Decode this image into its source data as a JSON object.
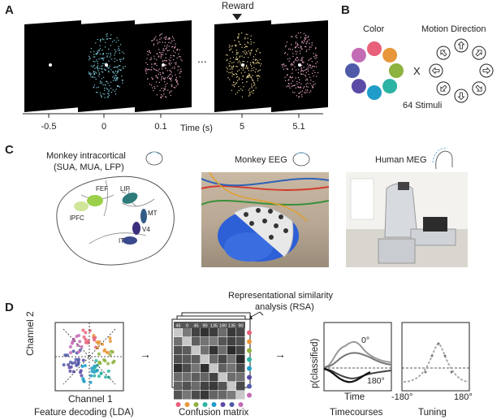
{
  "panel_a": {
    "letter": "A",
    "reward_label": "Reward",
    "ellipsis": "...",
    "time_ticks": [
      "-0.5",
      "0",
      "0.1",
      "5",
      "5.1"
    ],
    "time_axis_label": "Time (s)",
    "frames": [
      {
        "dot_color": null
      },
      {
        "dot_color": "#7fd0e0"
      },
      {
        "dot_color": "#e9a7c8"
      },
      {
        "dot_color": "#e6d08a"
      },
      {
        "dot_color": "#e9a7c8"
      }
    ]
  },
  "panel_b": {
    "letter": "B",
    "color_title": "Color",
    "motion_title": "Motion Direction",
    "times_symbol": "X",
    "stimuli_label": "64 Stimuli",
    "colors": [
      "#e8607a",
      "#e7973a",
      "#8db23f",
      "#2bb3a3",
      "#1f9cc9",
      "#5b4aa6",
      "#4e5aa8",
      "#c46bb5"
    ]
  },
  "panel_c": {
    "letter": "C",
    "intracortical_title_line1": "Monkey intracortical",
    "intracortical_title_line2": "(SUA, MUA, LFP)",
    "eeg_title": "Monkey EEG",
    "meg_title": "Human MEG",
    "areas": {
      "fef": "FEF",
      "lip": "LIP",
      "lpfc": "lPFC",
      "mt": "MT",
      "v4": "V4",
      "it": "IT"
    }
  },
  "panel_d": {
    "letter": "D",
    "rsa_line1": "Representational similarity",
    "rsa_line2": "analysis (RSA)",
    "channel2": "Channel 2",
    "channel1": "Channel 1",
    "feature_decoding": "Feature decoding (LDA)",
    "confusion_matrix": "Confusion matrix",
    "matrix_headers": [
      "45",
      "0",
      "45",
      "90",
      "135",
      "180",
      "135",
      "90"
    ],
    "p_classified": "p(classified)",
    "deg0": "0°",
    "deg180": "180°",
    "time_label": "Time",
    "timecourses": "Timecourses",
    "tuning_left": "-180°",
    "tuning_right": "180°",
    "tuning": "Tuning",
    "arrow": "→"
  }
}
